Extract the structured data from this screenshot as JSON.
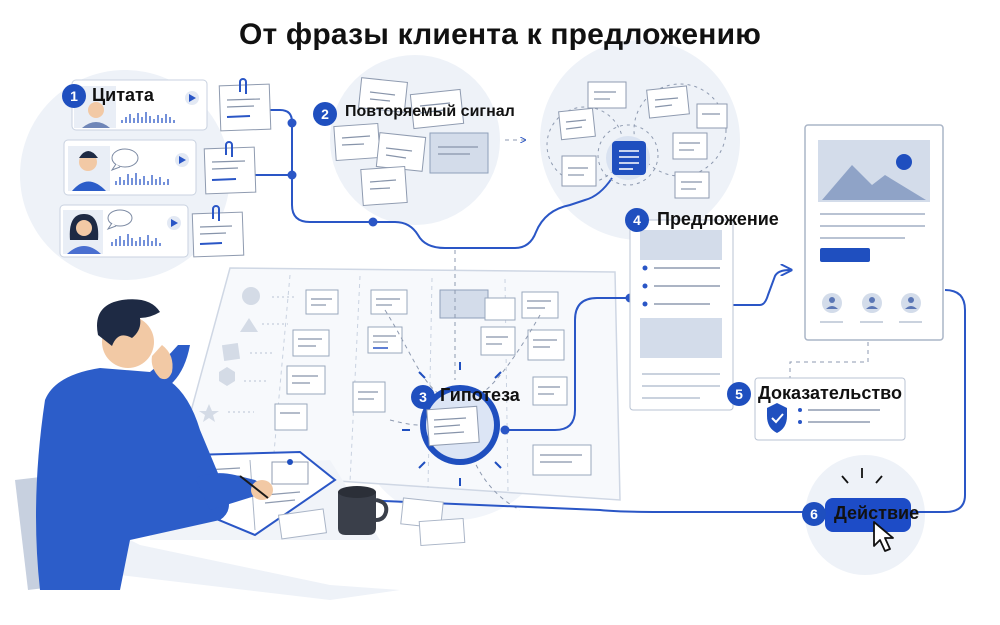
{
  "title": "От фразы клиента к предложению",
  "steps": [
    {
      "number": "1",
      "label": "Цитата"
    },
    {
      "number": "2",
      "label": "Повторяемый сигнал"
    },
    {
      "number": "3",
      "label": "Гипотеза"
    },
    {
      "number": "4",
      "label": "Предложение"
    },
    {
      "number": "5",
      "label": "Доказательство"
    },
    {
      "number": "6",
      "label": "Действие"
    }
  ],
  "icons": [
    "play-icon",
    "speech-bubble-icon",
    "audio-waveform-icon",
    "paperclip-icon",
    "image-placeholder-icon",
    "user-avatar-icon",
    "shield-check-icon",
    "cursor-icon",
    "circle-icon",
    "triangle-icon",
    "square-icon",
    "hexagon-icon",
    "star-icon",
    "coffee-mug-icon",
    "notebook-icon"
  ],
  "colors": {
    "accent": "#1f4fbf",
    "line": "#2a56c6",
    "soft_bg": "#eef2f8",
    "card_border": "#c9d2e0",
    "person_shirt": "#2c5dc9"
  }
}
